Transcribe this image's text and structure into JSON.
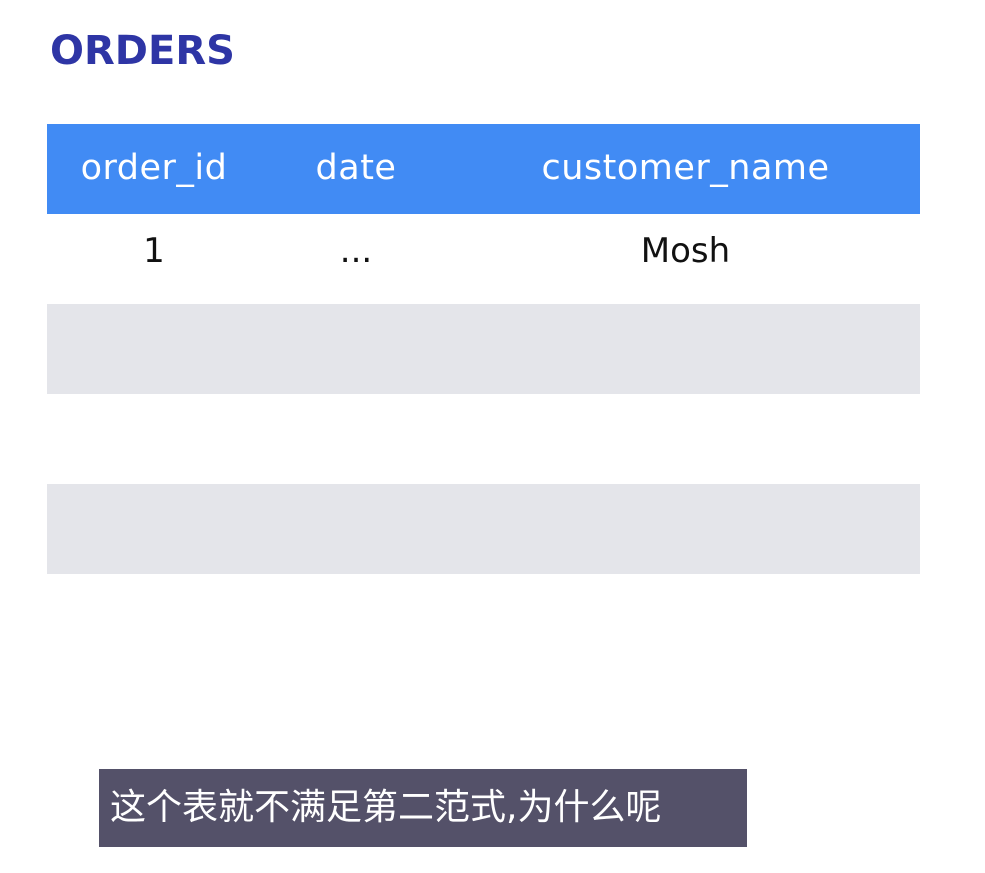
{
  "title": "ORDERS",
  "table": {
    "columns": [
      "order_id",
      "date",
      "customer_name"
    ],
    "rows": [
      [
        "1",
        "...",
        "Mosh"
      ],
      [
        "",
        "",
        ""
      ],
      [
        "",
        "",
        ""
      ],
      [
        "",
        "",
        ""
      ]
    ]
  },
  "subtitle": "这个表就不满足第二范式,为什么呢",
  "colors": {
    "title": "#2e35a5",
    "header_background": "#418bf4",
    "header_text": "#ffffff",
    "alt_row_background": "#e4e5ea",
    "subtitle_background": "#545169"
  }
}
